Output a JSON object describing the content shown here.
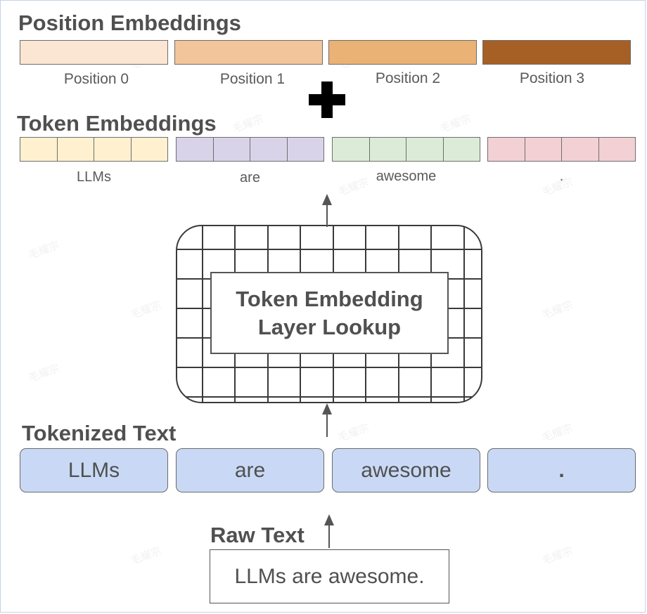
{
  "position_embeddings": {
    "title": "Position Embeddings",
    "items": [
      {
        "label": "Position 0",
        "color": "#fae6d3"
      },
      {
        "label": "Position 1",
        "color": "#f2c59b"
      },
      {
        "label": "Position 2",
        "color": "#ebb275"
      },
      {
        "label": "Position 3",
        "color": "#a65f25"
      }
    ]
  },
  "plus_icon": "plus-icon",
  "token_embeddings": {
    "title": "Token Embeddings",
    "items": [
      {
        "label": "LLMs",
        "color": "#fff1cf"
      },
      {
        "label": "are",
        "color": "#d9d3ea"
      },
      {
        "label": "awesome",
        "color": "#dcebd7"
      },
      {
        "label": ".",
        "color": "#f2d0d3"
      }
    ]
  },
  "lookup": {
    "line1": "Token Embedding",
    "line2": "Layer Lookup"
  },
  "tokenized_text": {
    "title": "Tokenized Text",
    "tokens": [
      "LLMs",
      "are",
      "awesome",
      "."
    ]
  },
  "raw_text": {
    "title": "Raw Text",
    "value": "LLMs are awesome."
  },
  "watermark": "毛耀宗"
}
